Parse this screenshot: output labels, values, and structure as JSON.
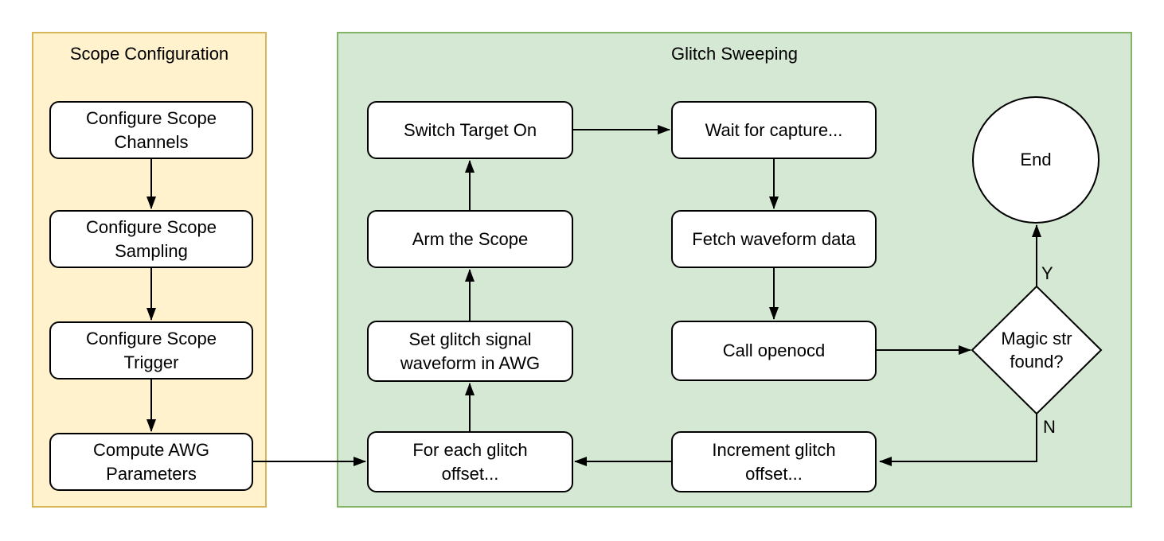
{
  "panels": {
    "scope": {
      "title": "Scope Configuration",
      "fill": "#FFF2CC",
      "border": "#D6B656"
    },
    "glitch": {
      "title": "Glitch Sweeping",
      "fill": "#D5E8D4",
      "border": "#82B366"
    }
  },
  "nodes": {
    "cfg_channels": {
      "label": "Configure Scope\nChannels"
    },
    "cfg_sampling": {
      "label": "Configure Scope\nSampling"
    },
    "cfg_trigger": {
      "label": "Configure Scope\nTrigger"
    },
    "compute_awg": {
      "label": "Compute AWG\nParameters"
    },
    "switch_target": {
      "label": "Switch Target On"
    },
    "arm_scope": {
      "label": "Arm the Scope"
    },
    "set_glitch": {
      "label": "Set glitch signal\nwaveform in AWG"
    },
    "for_each": {
      "label": "For each glitch\noffset..."
    },
    "wait_capture": {
      "label": "Wait for capture..."
    },
    "fetch_waveform": {
      "label": "Fetch waveform data"
    },
    "call_openocd": {
      "label": "Call openocd"
    },
    "increment": {
      "label": "Increment glitch\noffset..."
    },
    "magic_found": {
      "label": "Magic str\nfound?"
    },
    "end": {
      "label": "End"
    }
  },
  "edge_labels": {
    "yes": "Y",
    "no": "N"
  },
  "style": {
    "node_fill": "#FFFFFF",
    "node_border": "#000000",
    "arrow_color": "#000000",
    "text_color": "#000000"
  }
}
